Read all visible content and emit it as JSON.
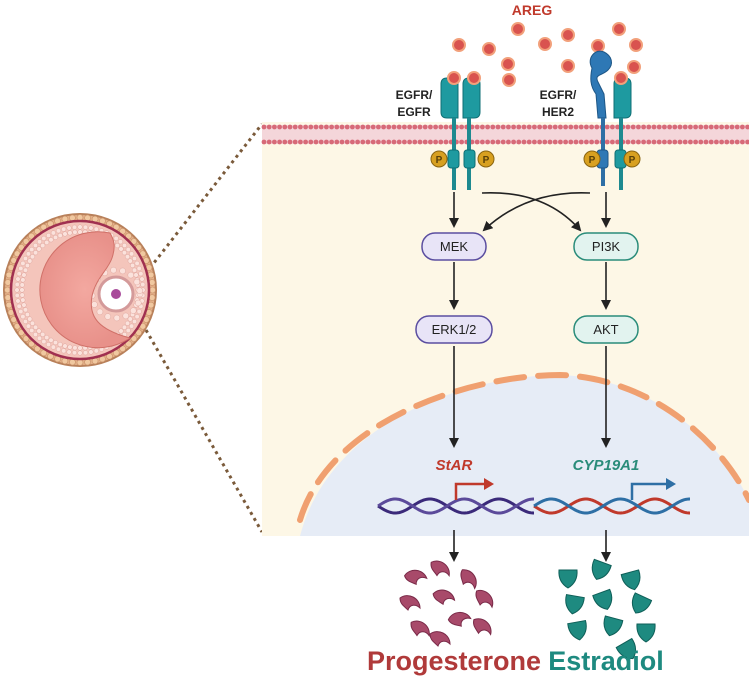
{
  "ligand": {
    "label": "AREG",
    "color": "#c0392b"
  },
  "receptors": [
    {
      "id": "egfr-egfr",
      "label_line1": "EGFR/",
      "label_line2": "EGFR",
      "color": "#1e9aa0"
    },
    {
      "id": "egfr-her2",
      "label_line1": "EGFR/",
      "label_line2": "HER2",
      "color": "#2e78b5"
    }
  ],
  "phospho_label": "P",
  "nodes": {
    "mek": {
      "label": "MEK",
      "fill": "#e8e4f7",
      "stroke": "#5b4ea0"
    },
    "erk": {
      "label": "ERK1/2",
      "fill": "#e8e4f7",
      "stroke": "#5b4ea0"
    },
    "pi3k": {
      "label": "PI3K",
      "fill": "#e2f3ef",
      "stroke": "#2a8c7a"
    },
    "akt": {
      "label": "AKT",
      "fill": "#e2f3ef",
      "stroke": "#2a8c7a"
    }
  },
  "genes": {
    "star": {
      "label": "StAR",
      "color": "#c0392b"
    },
    "cyp": {
      "label": "CYP19A1",
      "color": "#2a8c7a"
    }
  },
  "outputs": {
    "progesterone": {
      "label": "Progesterone",
      "color": "#b03a3a"
    },
    "estradiol": {
      "label": "Estradiol",
      "color": "#1e8a80"
    }
  },
  "colors": {
    "membrane": "#d76a78",
    "cytoplasm": "#fdf7e6",
    "nucleus": "#e6ecf6",
    "nuclear_envelope": "#f0a070",
    "phospho": "#d8a020",
    "arrow": "#222222",
    "zoom_line": "#7a5a3a"
  }
}
